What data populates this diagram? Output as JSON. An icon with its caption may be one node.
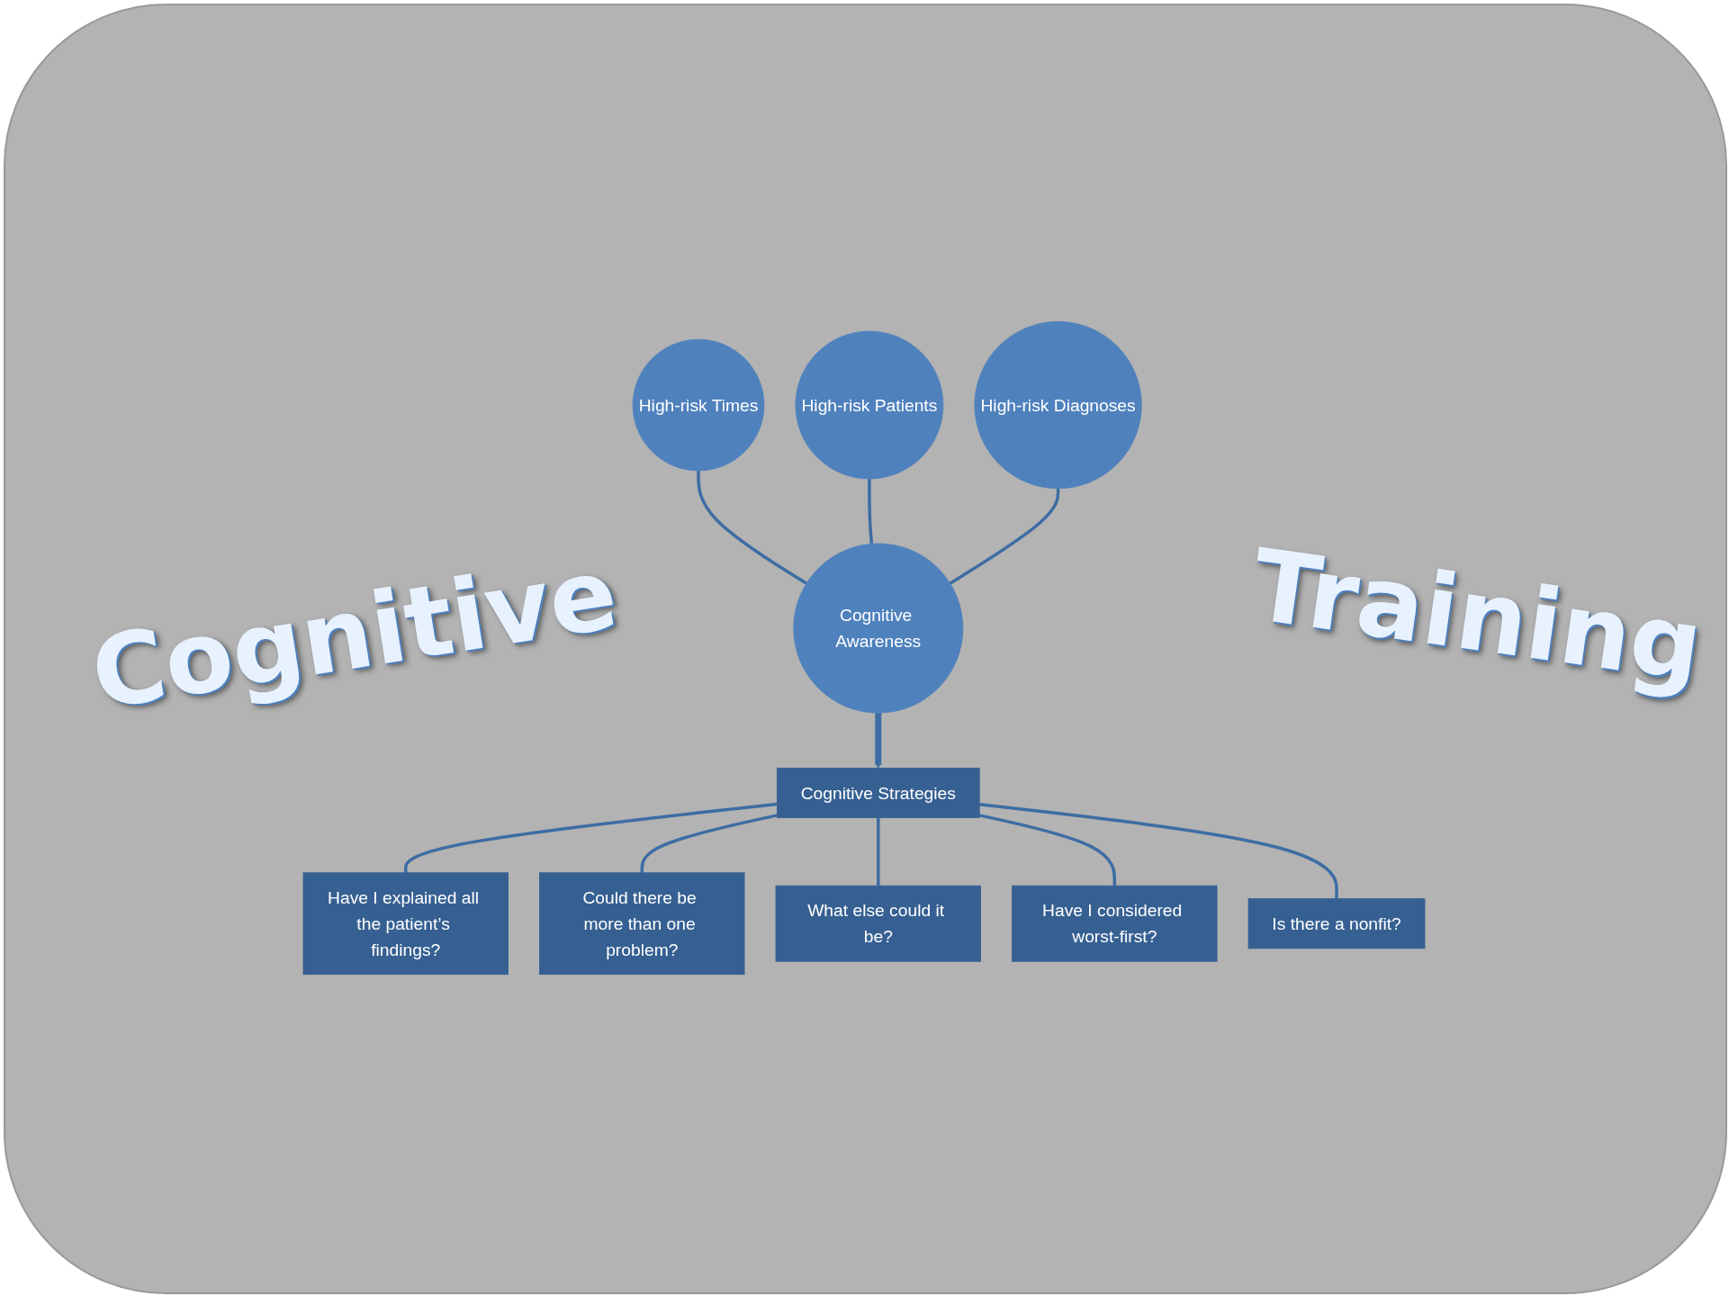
{
  "diagram": {
    "nodes": [
      {
        "text": [
          "High-risk Times"
        ]
      },
      {
        "text": [
          "High-risk Patients"
        ]
      },
      {
        "text": [
          "High-risk Diagnoses"
        ]
      },
      {
        "text": [
          "Cognitive Awareness"
        ]
      },
      {
        "text": [
          "Cognitive Strategies"
        ]
      },
      {
        "text": [
          "Have I explained all the patient’s findings?"
        ]
      },
      {
        "text": [
          "Could there be more than one problem?"
        ]
      },
      {
        "text": [
          "What else could it be?"
        ]
      },
      {
        "text": [
          "Have I considered worst-first?"
        ]
      },
      {
        "text": [
          "Is there a nonfit?"
        ]
      }
    ],
    "edges": [
      {
        "from": 0,
        "to": 3,
        "arrow": "none"
      },
      {
        "from": 1,
        "to": 3,
        "arrow": "none"
      },
      {
        "from": 2,
        "to": 3,
        "arrow": "none"
      },
      {
        "from": 3,
        "to": 4,
        "arrow": "to",
        "style": "thick"
      },
      {
        "from": 4,
        "to": 5,
        "arrow": "none"
      },
      {
        "from": 4,
        "to": 6,
        "arrow": "none"
      },
      {
        "from": 4,
        "to": 7,
        "arrow": "none"
      },
      {
        "from": 4,
        "to": 8,
        "arrow": "none"
      },
      {
        "from": 4,
        "to": 9,
        "arrow": "none"
      }
    ],
    "labels": [
      "Cognitive",
      "Training"
    ]
  }
}
